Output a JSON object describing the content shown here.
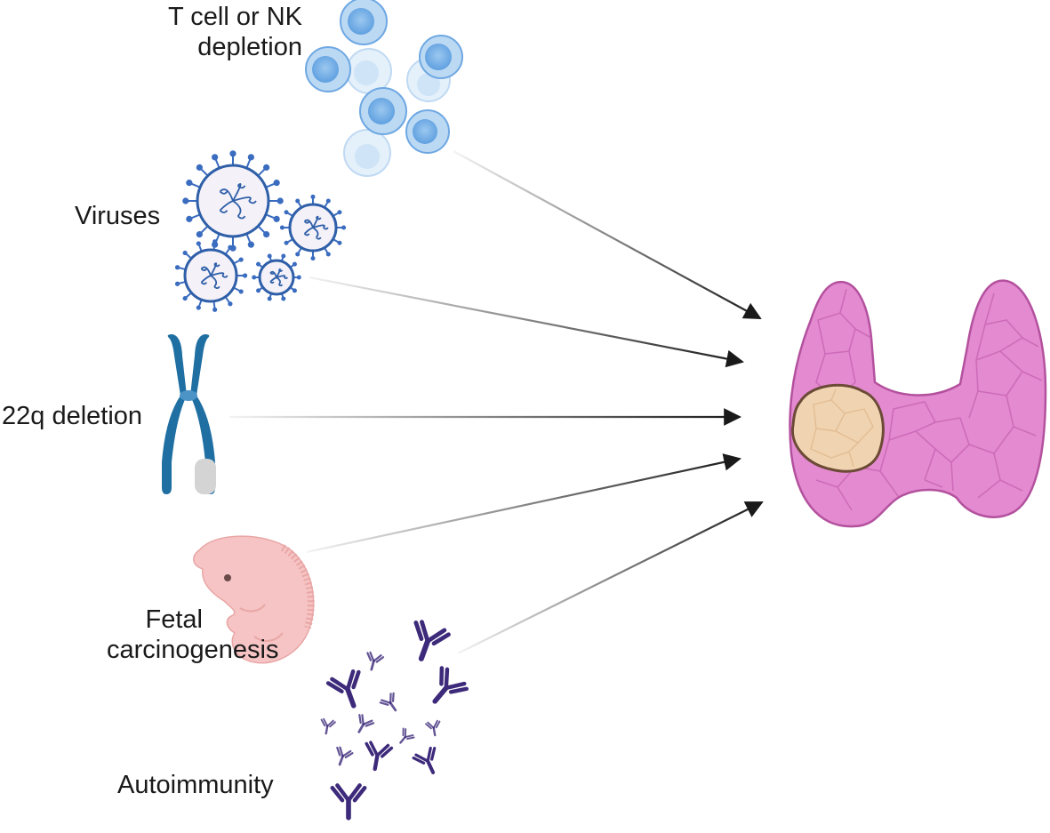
{
  "factors": [
    {
      "id": "tcell",
      "label_line1": "T cell or NK",
      "label_line2": "depletion",
      "icon": "immune-cells-icon"
    },
    {
      "id": "viruses",
      "label": "Viruses",
      "icon": "virus-icon"
    },
    {
      "id": "deletion",
      "label": "22q deletion",
      "icon": "chromosome-icon"
    },
    {
      "id": "fetal",
      "label_line1": "Fetal",
      "label_line2": "carcinogenesis",
      "icon": "embryo-icon"
    },
    {
      "id": "autoimmunity",
      "label": "Autoimmunity",
      "icon": "antibody-icon"
    }
  ],
  "target": {
    "icon": "thyroid-with-tumor-icon"
  },
  "colors": {
    "cell_light": "#bcd9f3",
    "cell_mid": "#8dbdeb",
    "cell_nucleus": "#3f86d6",
    "virus": "#2e5fa8",
    "virus_spike": "#3a6cc0",
    "chromosome": "#1f6fa3",
    "embryo": "#f6c4c4",
    "antibody": "#3d2a7a",
    "thyroid": "#e48ad0",
    "thyroid_edge": "#b3519e",
    "tumor": "#f0d3b0",
    "tumor_edge": "#6b4a36",
    "arrow": "#1a1a1a"
  }
}
